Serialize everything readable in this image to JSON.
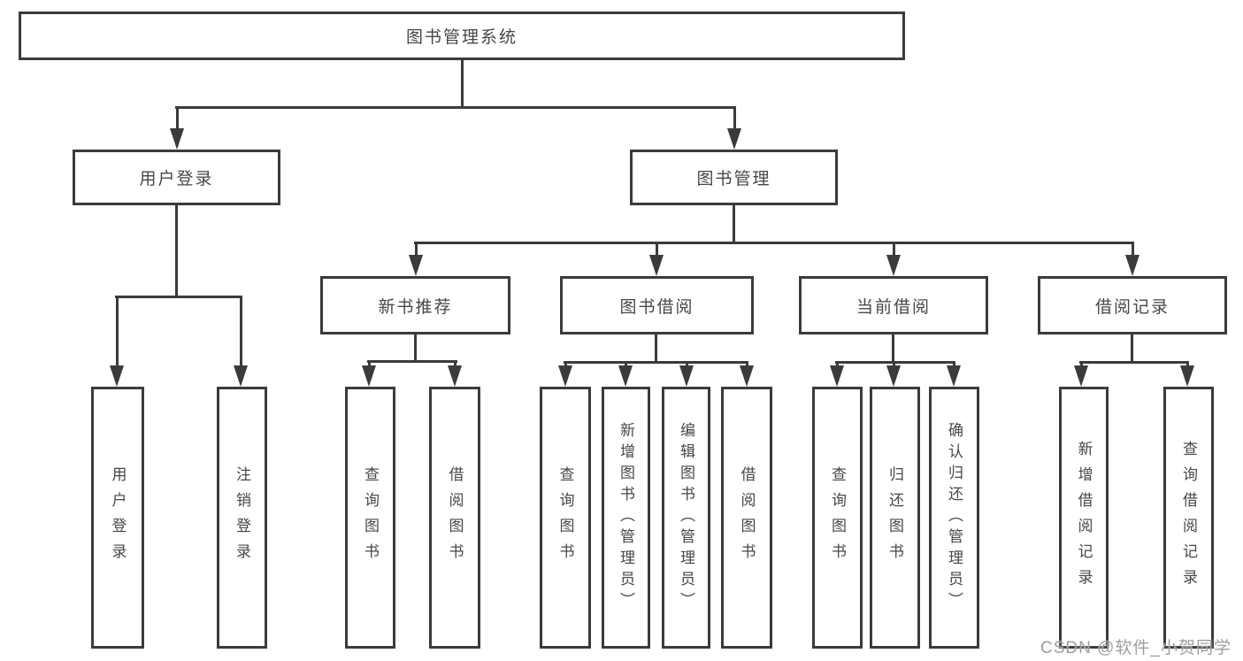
{
  "colors": {
    "line": "#3b3b3b",
    "text": "#474747",
    "watermark": "#9e9e9e",
    "background": "#ffffff"
  },
  "watermark": "CSDN @软件_小贺同学",
  "nodes": {
    "root": "图书管理系统",
    "user_login": "用户登录",
    "book_mgmt": "图书管理",
    "new_book_rec": "新书推荐",
    "book_borrow": "图书借阅",
    "current_borrow": "当前借阅",
    "borrow_records": "借阅记录",
    "leaf_user_login": "用户登录",
    "leaf_logout": "注销登录",
    "leaf_query_books_1": "查询图书",
    "leaf_borrow_books_1": "借阅图书",
    "leaf_query_books_2": "查询图书",
    "leaf_add_book_admin": "新增图书（管理员）",
    "leaf_edit_book_admin": "编辑图书（管理员）",
    "leaf_borrow_books_2": "借阅图书",
    "leaf_query_books_3": "查询图书",
    "leaf_return_book": "归还图书",
    "leaf_confirm_return_admin": "确认归还（管理员）",
    "leaf_add_borrow_record": "新增借阅记录",
    "leaf_query_borrow_record": "查询借阅记录"
  },
  "hierarchy": {
    "label": "图书管理系统",
    "children": [
      {
        "label": "用户登录",
        "children": [
          {
            "label": "用户登录"
          },
          {
            "label": "注销登录"
          }
        ]
      },
      {
        "label": "图书管理",
        "children": [
          {
            "label": "新书推荐",
            "children": [
              {
                "label": "查询图书"
              },
              {
                "label": "借阅图书"
              }
            ]
          },
          {
            "label": "图书借阅",
            "children": [
              {
                "label": "查询图书"
              },
              {
                "label": "新增图书（管理员）"
              },
              {
                "label": "编辑图书（管理员）"
              },
              {
                "label": "借阅图书"
              }
            ]
          },
          {
            "label": "当前借阅",
            "children": [
              {
                "label": "查询图书"
              },
              {
                "label": "归还图书"
              },
              {
                "label": "确认归还（管理员）"
              }
            ]
          },
          {
            "label": "借阅记录",
            "children": [
              {
                "label": "新增借阅记录"
              },
              {
                "label": "查询借阅记录"
              }
            ]
          }
        ]
      }
    ]
  }
}
